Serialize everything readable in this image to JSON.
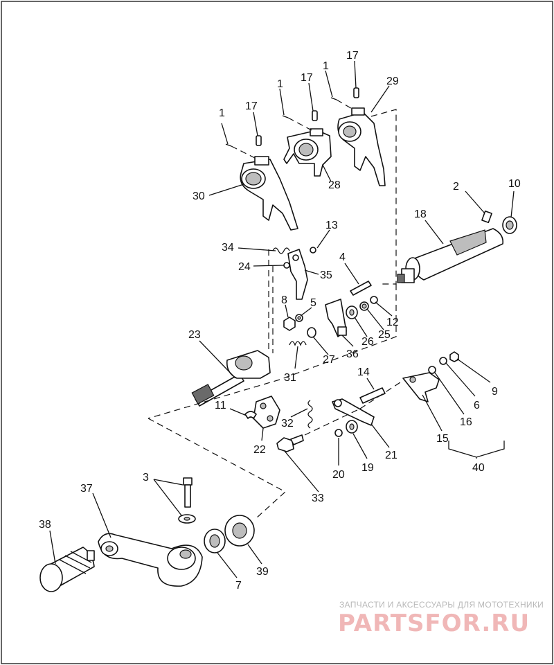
{
  "callouts": [
    {
      "id": "c1a",
      "text": "1"
    },
    {
      "id": "c17a",
      "text": "17"
    },
    {
      "id": "c1b",
      "text": "1"
    },
    {
      "id": "c17b",
      "text": "17"
    },
    {
      "id": "c1c",
      "text": "1"
    },
    {
      "id": "c17c",
      "text": "17"
    },
    {
      "id": "c29",
      "text": "29"
    },
    {
      "id": "c28",
      "text": "28"
    },
    {
      "id": "c30",
      "text": "30"
    },
    {
      "id": "c2",
      "text": "2"
    },
    {
      "id": "c10",
      "text": "10"
    },
    {
      "id": "c18",
      "text": "18"
    },
    {
      "id": "c13",
      "text": "13"
    },
    {
      "id": "c34",
      "text": "34"
    },
    {
      "id": "c24",
      "text": "24"
    },
    {
      "id": "c35",
      "text": "35"
    },
    {
      "id": "c4",
      "text": "4"
    },
    {
      "id": "c8",
      "text": "8"
    },
    {
      "id": "c5",
      "text": "5"
    },
    {
      "id": "c12",
      "text": "12"
    },
    {
      "id": "c25",
      "text": "25"
    },
    {
      "id": "c26",
      "text": "26"
    },
    {
      "id": "c36",
      "text": "36"
    },
    {
      "id": "c27",
      "text": "27"
    },
    {
      "id": "c23",
      "text": "23"
    },
    {
      "id": "c31",
      "text": "31"
    },
    {
      "id": "c14",
      "text": "14"
    },
    {
      "id": "c9",
      "text": "9"
    },
    {
      "id": "c6",
      "text": "6"
    },
    {
      "id": "c16",
      "text": "16"
    },
    {
      "id": "c15",
      "text": "15"
    },
    {
      "id": "c40",
      "text": "40"
    },
    {
      "id": "c11",
      "text": "11"
    },
    {
      "id": "c32",
      "text": "32"
    },
    {
      "id": "c22",
      "text": "22"
    },
    {
      "id": "c21",
      "text": "21"
    },
    {
      "id": "c19",
      "text": "19"
    },
    {
      "id": "c20",
      "text": "20"
    },
    {
      "id": "c33",
      "text": "33"
    },
    {
      "id": "c3",
      "text": "3"
    },
    {
      "id": "c37",
      "text": "37"
    },
    {
      "id": "c38",
      "text": "38"
    },
    {
      "id": "c7",
      "text": "7"
    },
    {
      "id": "c39",
      "text": "39"
    }
  ],
  "watermark": {
    "tagline": "ЗАПЧАСТИ И АКСЕССУАРЫ ДЛЯ МОТОТЕХНИКИ",
    "brand": "PARTSFOR.RU"
  }
}
